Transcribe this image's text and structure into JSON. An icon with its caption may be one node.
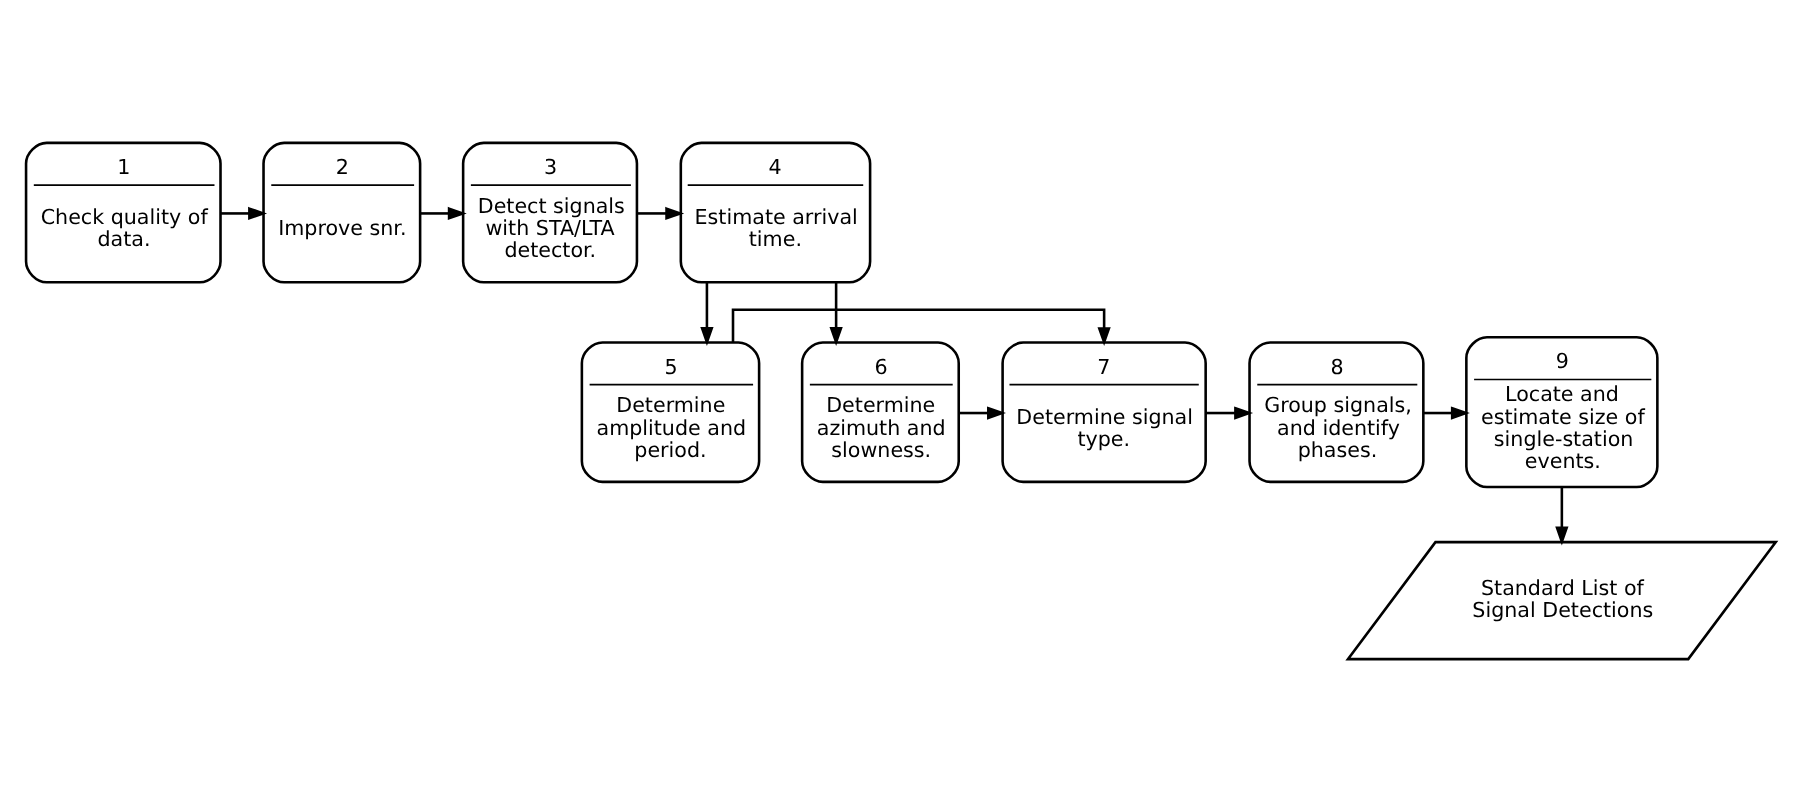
{
  "diagram": {
    "nodes": [
      {
        "text": [
          "1",
          "Check quality of data."
        ]
      },
      {
        "text": [
          "2",
          "Improve snr."
        ]
      },
      {
        "text": [
          "3",
          "Detect signals with STA/LTA detector."
        ]
      },
      {
        "text": [
          "4",
          "Estimate arrival time."
        ]
      },
      {
        "text": [
          "5",
          "Determine amplitude and period."
        ]
      },
      {
        "text": [
          "6",
          "Determine azimuth and slowness."
        ]
      },
      {
        "text": [
          "7",
          "Determine signal type."
        ]
      },
      {
        "text": [
          "8",
          "Group signals, and identify phases."
        ]
      },
      {
        "text": [
          "9",
          "Locate and estimate size of single-station events."
        ]
      },
      {
        "text": [
          "Standard List of Signal Detections"
        ]
      }
    ],
    "edges": [
      {
        "from": 0,
        "to": 1,
        "arrow": "to"
      },
      {
        "from": 1,
        "to": 2,
        "arrow": "to"
      },
      {
        "from": 2,
        "to": 3,
        "arrow": "to"
      },
      {
        "from": 3,
        "to": 4,
        "arrow": "to"
      },
      {
        "from": 3,
        "to": 5,
        "arrow": "to"
      },
      {
        "from": 4,
        "to": 6,
        "arrow": "to"
      },
      {
        "from": 5,
        "to": 6,
        "arrow": "to"
      },
      {
        "from": 6,
        "to": 7,
        "arrow": "to"
      },
      {
        "from": 7,
        "to": 8,
        "arrow": "to"
      },
      {
        "from": 8,
        "to": 9,
        "arrow": "to"
      }
    ]
  }
}
